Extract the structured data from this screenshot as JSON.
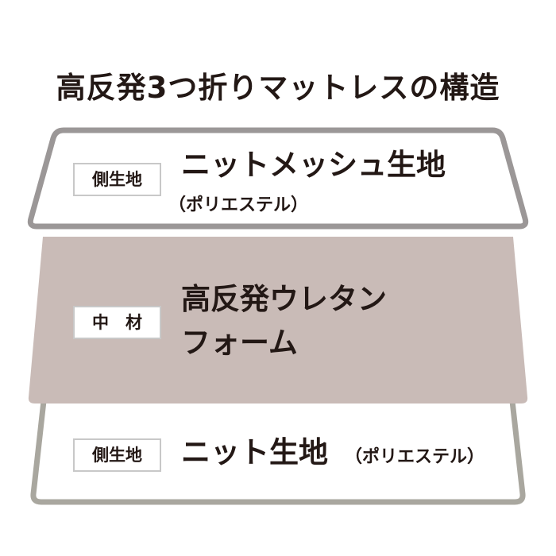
{
  "title": "高反発3つ折りマットレスの構造",
  "layers": [
    {
      "label": "側生地",
      "name": "ニットメッシュ生地",
      "detail": "（ポリエステル）"
    },
    {
      "label": "中　材",
      "name_line1": "高反発ウレタン",
      "name_line2": "フォーム"
    },
    {
      "label": "側生地",
      "name": "ニット生地",
      "detail": "（ポリエステル）"
    }
  ],
  "colors": {
    "top_border": "#9b9797",
    "middle_fill": "#c9bbb7",
    "bottom_border": "#a9a79f",
    "text": "#231815"
  }
}
